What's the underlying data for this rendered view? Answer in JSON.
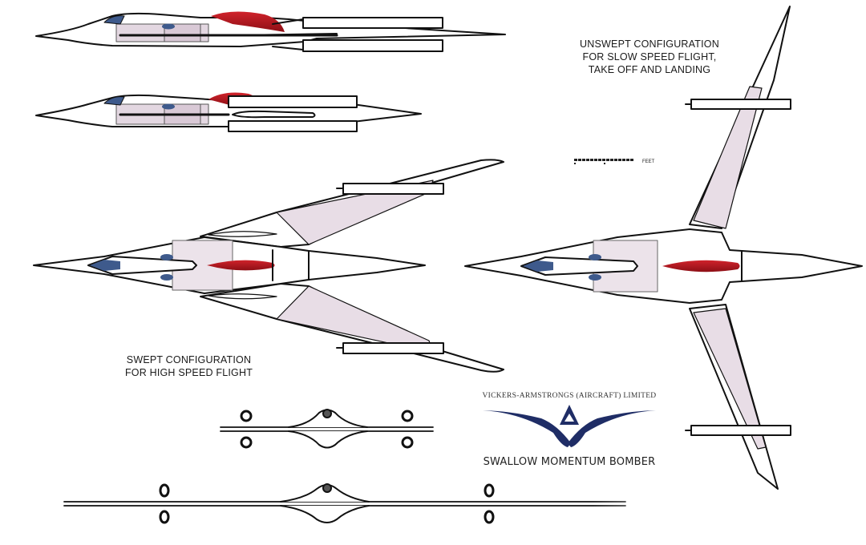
{
  "drawing": {
    "title": "Swallow Momentum Bomber",
    "manufacturer": "VICKERS-ARMSTRONGS (AIRCRAFT) LIMITED",
    "product_name": "SWALLOW MOMENTUM BOMBER",
    "labels": {
      "unswept": [
        "UNSWEPT CONFIGURATION",
        "FOR SLOW SPEED FLIGHT,",
        "TAKE OFF AND LANDING"
      ],
      "swept": [
        "SWEPT CONFIGURATION",
        "FOR HIGH SPEED FLIGHT"
      ]
    },
    "scale_bar": {
      "unit_label": "FEET"
    },
    "views": [
      {
        "name": "side-view-long-tail"
      },
      {
        "name": "side-view-short-tail"
      },
      {
        "name": "plan-view-swept"
      },
      {
        "name": "plan-view-unswept"
      },
      {
        "name": "front-view-swept"
      },
      {
        "name": "front-view-unswept"
      }
    ],
    "colors": {
      "outline": "#111111",
      "wing_fill": "#e8dde6",
      "fuel_tank": "#b0141c",
      "canopy": "#3e5a8c",
      "logo": "#1f2d66"
    }
  }
}
